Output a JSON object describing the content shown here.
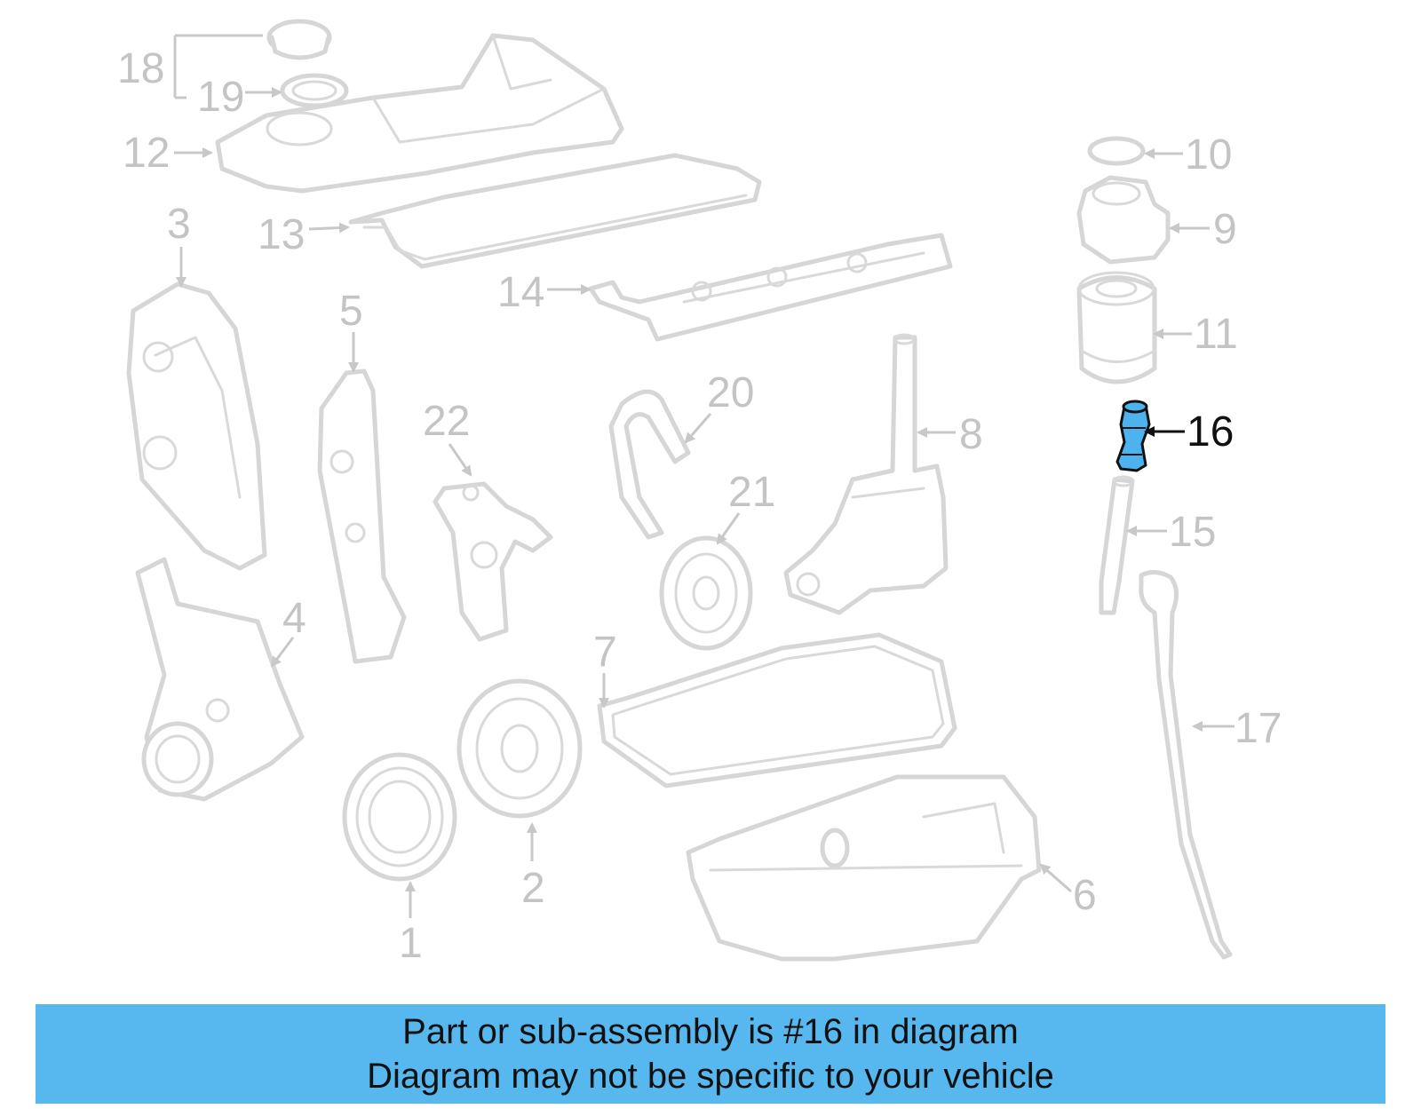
{
  "callouts": {
    "c1": "1",
    "c2": "2",
    "c3": "3",
    "c4": "4",
    "c5": "5",
    "c6": "6",
    "c7": "7",
    "c8": "8",
    "c9": "9",
    "c10": "10",
    "c11": "11",
    "c12": "12",
    "c13": "13",
    "c14": "14",
    "c15": "15",
    "c16": "16",
    "c17": "17",
    "c18": "18",
    "c19": "19",
    "c20": "20",
    "c21": "21",
    "c22": "22"
  },
  "highlight": {
    "part": "16",
    "color": "#4db3ef"
  },
  "banner": {
    "line1": "Part or sub-assembly is #16 in diagram",
    "line2": "Diagram may not be specific to your vehicle",
    "background": "#56b8ef"
  }
}
